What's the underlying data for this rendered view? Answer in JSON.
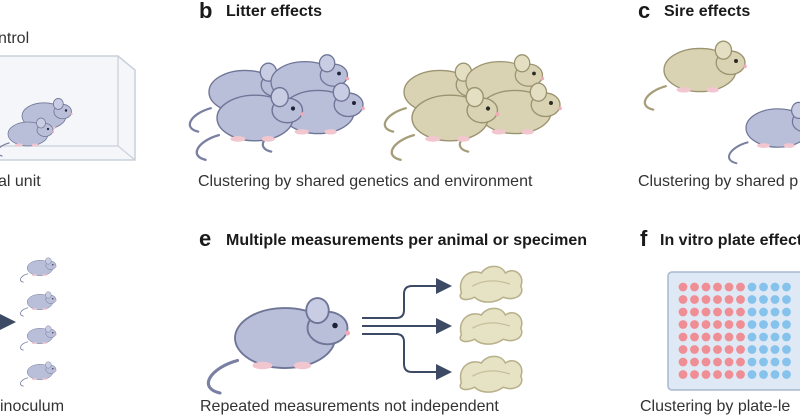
{
  "panels": {
    "a": {
      "heading": "ntrol",
      "caption": "al unit",
      "caption2": "inoculum"
    },
    "b": {
      "letter": "b",
      "heading": "Litter effects",
      "caption": "Clustering by shared genetics and environment"
    },
    "c": {
      "letter": "c",
      "heading": "Sire effects",
      "caption": "Clustering by shared p"
    },
    "e": {
      "letter": "e",
      "heading": "Multiple measurements per animal or specimen",
      "caption": "Repeated measurements not independent"
    },
    "f": {
      "letter": "f",
      "heading": "In vitro plate effect",
      "caption": "Clustering by plate-le"
    }
  },
  "colors": {
    "mouse_blue": "#b9bfd9",
    "mouse_blue_dark": "#6f7597",
    "mouse_tan": "#d9d3b3",
    "mouse_tan_dark": "#9c9470",
    "tissue": "#e6e2c4",
    "plate_red": "#ef8f95",
    "plate_blue": "#86c3ec",
    "arrow": "#3c4a66"
  }
}
